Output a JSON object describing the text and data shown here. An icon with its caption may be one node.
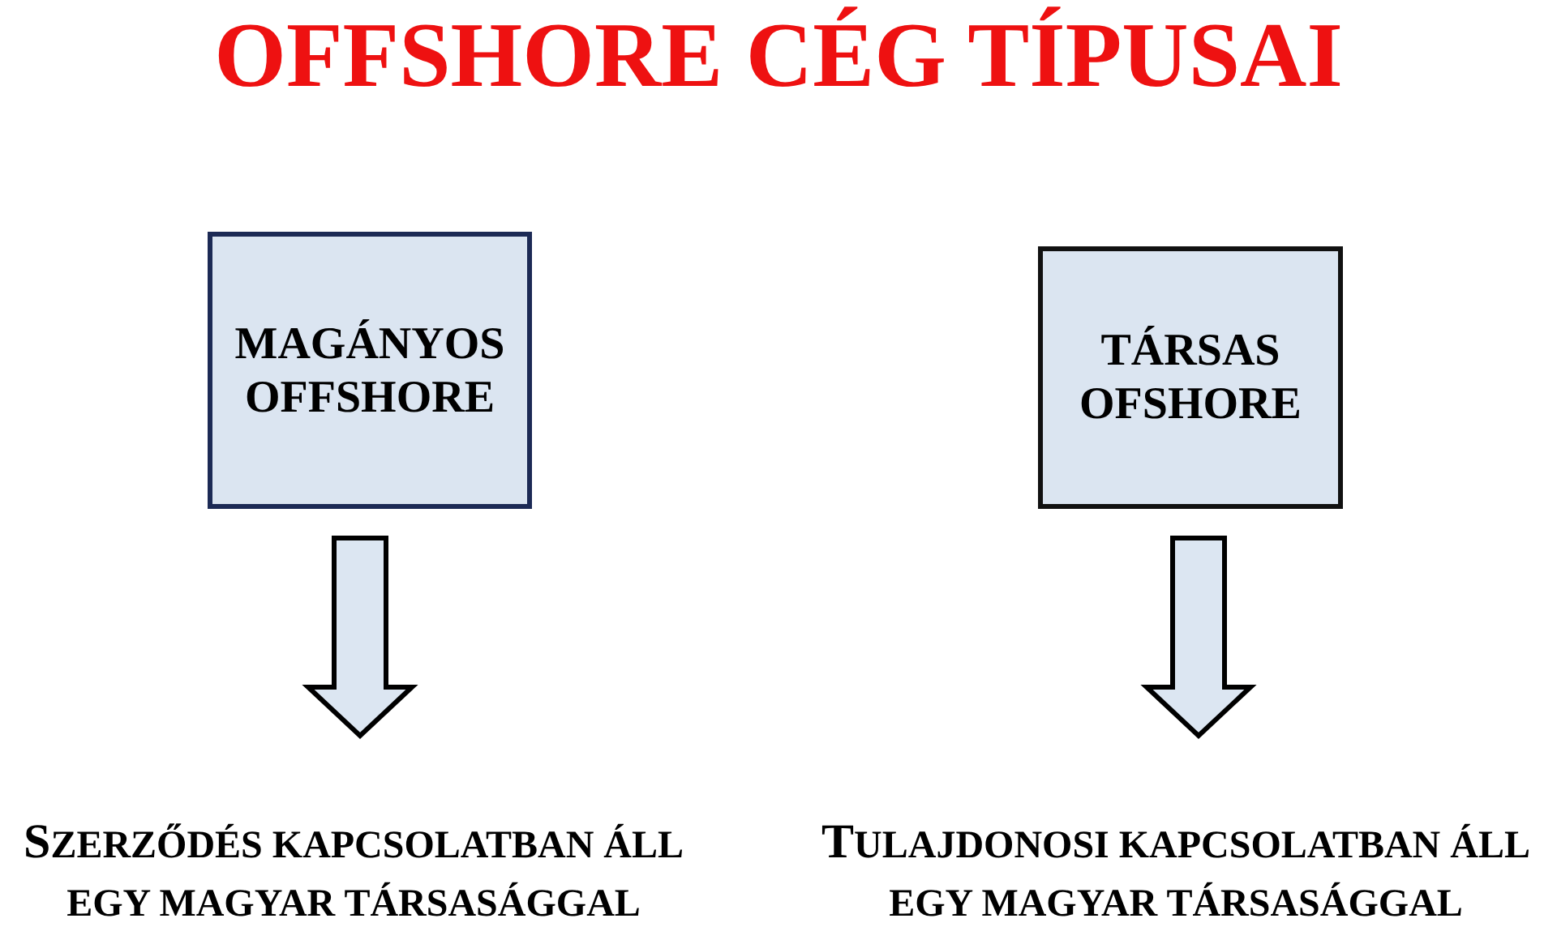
{
  "diagram": {
    "title": "OFFSHORE CÉG TÍPUSAI",
    "nodes": [
      {
        "text": [
          "MAGÁNYOS OFFSHORE"
        ]
      },
      {
        "text": [
          "TÁRSAS OFSHORE"
        ]
      },
      {
        "text": [
          "SZERZŐDÉS KAPCSOLATBAN ÁLL EGY MAGYAR TÁRSASÁGGAL"
        ]
      },
      {
        "text": [
          "TULAJDONOSI KAPCSOLATBAN ÁLL EGY MAGYAR TÁRSASÁGGAL"
        ]
      }
    ],
    "edges": [
      {
        "from": 0,
        "to": 2,
        "arrow": "to"
      },
      {
        "from": 1,
        "to": 3,
        "arrow": "to"
      }
    ]
  }
}
